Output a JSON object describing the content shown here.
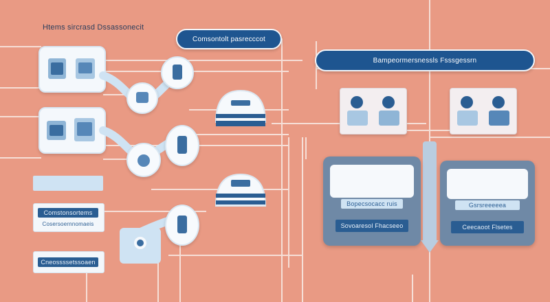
{
  "header_text": "Htems sircrasd Dssassonecit",
  "top_pill": "Comsontolt pasrecccot",
  "right_pill": "Bampeormersnessls Fsssgessrn",
  "left_tags": [
    "",
    "Comstonsortems",
    "Cosersoernnomaeis",
    "Cneossssetssoaen"
  ],
  "panel_left": {
    "top_label": "Bopecsocacc ruis",
    "bottom_label": "Sovoaresol Fhacseeo"
  },
  "panel_right": {
    "top_label": "Gsrsreeeeea",
    "bottom_label": "Ceecaoot Flsetes"
  },
  "colors": {
    "background": "#e99a84",
    "accent_blue": "#1e5590",
    "light_blue": "#cfe3f3"
  }
}
